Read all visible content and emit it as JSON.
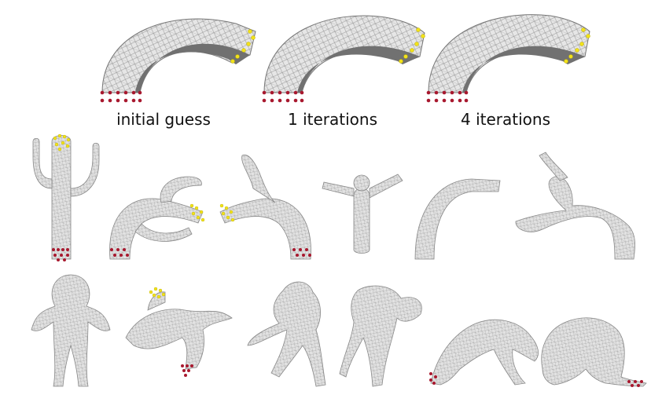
{
  "figure": {
    "captions": [
      "initial guess",
      "1 iterations",
      "4 iterations"
    ],
    "colors": {
      "mesh_fill": "#e4e4e4",
      "mesh_line": "#9a9a9a",
      "mesh_shadow": "#6b6b6b",
      "handle_yellow": "#f2e21a",
      "handle_red": "#a8182e"
    }
  }
}
